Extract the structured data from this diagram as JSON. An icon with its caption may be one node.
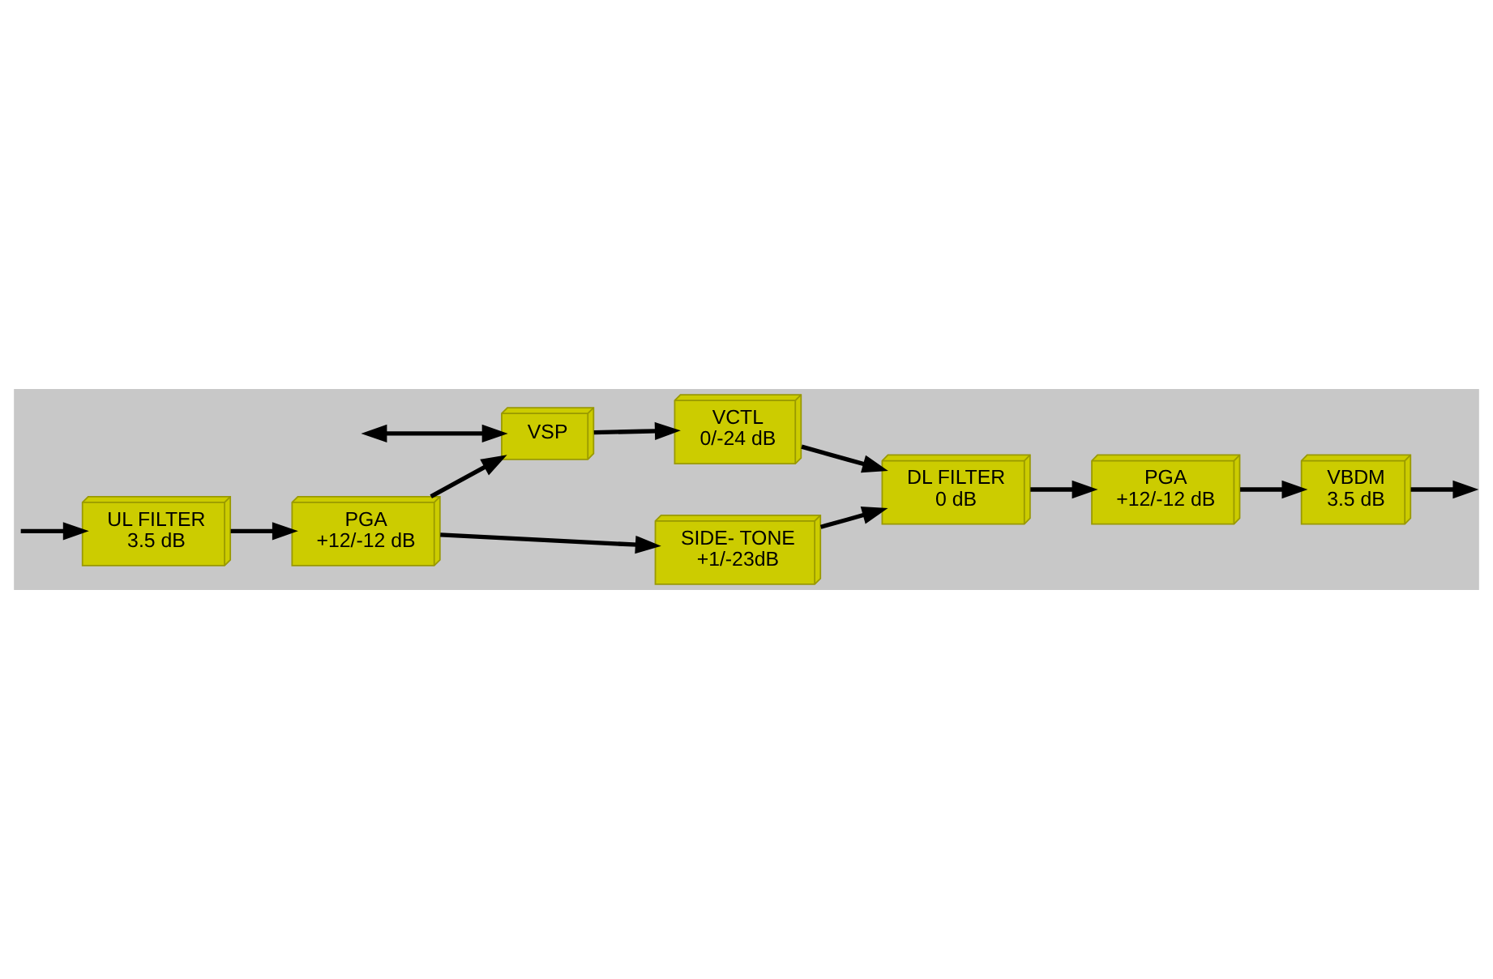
{
  "diagram": {
    "nodes": [
      {
        "text": [
          "PGA",
          "+12/-12 dB"
        ]
      },
      {
        "text": [
          "UL FILTER",
          "3.5 dB"
        ]
      },
      {
        "text": [
          "VSP"
        ]
      },
      {
        "text": [
          "SIDE- TONE",
          "+1/-23dB"
        ]
      },
      {
        "text": [
          "VCTL",
          "0/-24 dB"
        ]
      },
      {
        "text": [
          "DL FILTER",
          "0 dB"
        ]
      },
      {
        "text": [
          "PGA",
          "+12/-12 dB"
        ]
      },
      {
        "text": [
          "VBDM",
          "3.5 dB"
        ]
      }
    ],
    "edges": [
      {
        "from": null,
        "to": 1,
        "arrow": "to"
      },
      {
        "from": 1,
        "to": 0,
        "arrow": "to"
      },
      {
        "from": 0,
        "to": 2,
        "arrow": "to"
      },
      {
        "from": 0,
        "to": 3,
        "arrow": "to"
      },
      {
        "from": null,
        "to": 2,
        "arrow": "both"
      },
      {
        "from": 2,
        "to": 4,
        "arrow": "to"
      },
      {
        "from": 4,
        "to": 5,
        "arrow": "to"
      },
      {
        "from": 3,
        "to": 5,
        "arrow": "to"
      },
      {
        "from": 5,
        "to": 6,
        "arrow": "to"
      },
      {
        "from": 6,
        "to": 7,
        "arrow": "to"
      },
      {
        "from": 7,
        "to": null,
        "arrow": "to"
      }
    ]
  }
}
